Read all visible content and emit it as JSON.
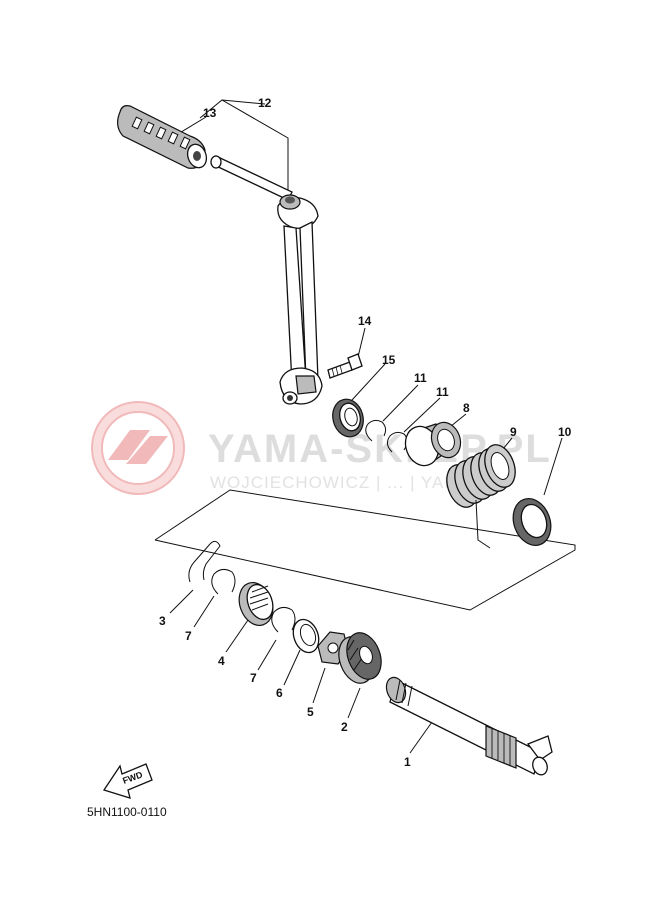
{
  "watermark": {
    "brand": "YAMA-SKLEP.PL",
    "tagline": "WOJCIECHOWICZ | ... | YAMAHA"
  },
  "diagram_code": "5HN1100-0110",
  "fwd_label": "FWD",
  "callouts": [
    {
      "id": "c12",
      "text": "12"
    },
    {
      "id": "c13",
      "text": "13"
    },
    {
      "id": "c14",
      "text": "14"
    },
    {
      "id": "c15",
      "text": "15"
    },
    {
      "id": "c11a",
      "text": "11"
    },
    {
      "id": "c11b",
      "text": "11"
    },
    {
      "id": "c8",
      "text": "8"
    },
    {
      "id": "c9",
      "text": "9"
    },
    {
      "id": "c10",
      "text": "10"
    },
    {
      "id": "c3",
      "text": "3"
    },
    {
      "id": "c7a",
      "text": "7"
    },
    {
      "id": "c4",
      "text": "4"
    },
    {
      "id": "c7b",
      "text": "7"
    },
    {
      "id": "c6",
      "text": "6"
    },
    {
      "id": "c5",
      "text": "5"
    },
    {
      "id": "c2",
      "text": "2"
    },
    {
      "id": "c1",
      "text": "1"
    }
  ]
}
